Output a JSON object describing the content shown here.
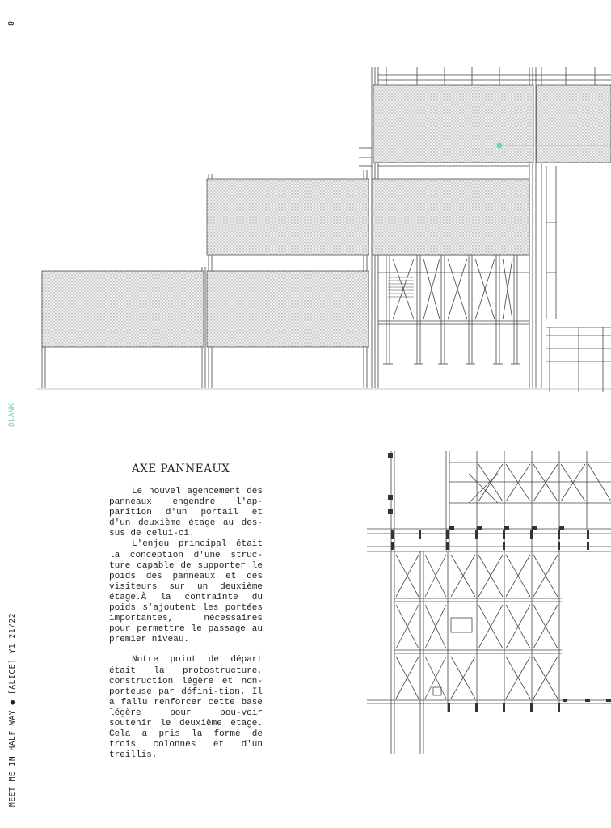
{
  "page": {
    "number": "8",
    "side_tag": "BLANK",
    "footer": "MEET ME IN HALF WAY ● [ALICE] Y1 21/22"
  },
  "colors": {
    "accent": "#5fd6c8",
    "ink": "#222222",
    "panel_fill": "#e8e8e8"
  },
  "article": {
    "title": "AXE PANNEAUX",
    "paragraphs": [
      "Le nouvel agencement des panneaux engendre l'ap-parition d'un portail et d'un deuxième étage au des-sus de celui-ci.",
      "L'enjeu principal était la conception d'une struc-ture capable de supporter le poids des panneaux et des visiteurs sur un deuxième étage.À la contrainte du poids s'ajoutent les portées importantes, nécessaires pour permettre le passage au premier niveau.",
      "Notre point de départ était la protostructure, construction légère et non-porteuse par défini-tion. Il a fallu renforcer cette base légère pour pou-voir soutenir le deuxième étage. Cela a pris la forme de trois colonnes et d'un treillis."
    ]
  }
}
